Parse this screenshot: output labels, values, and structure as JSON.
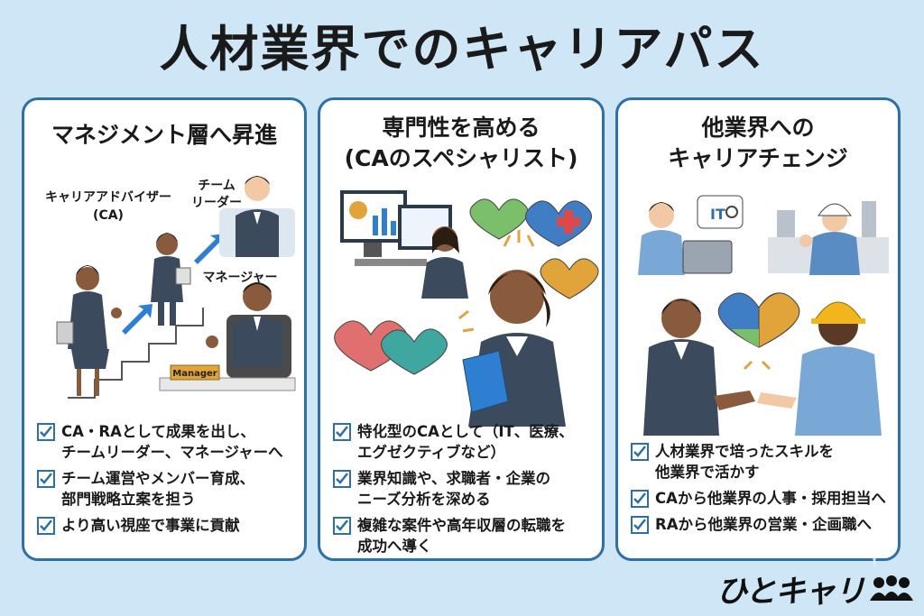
{
  "title": "人材業界でのキャリアパス",
  "cards": [
    {
      "title": "マネジメント層へ昇進",
      "labels": {
        "ca": "キャリアアドバイザー\n(CA)",
        "team": "チーム\nリーダー",
        "manager": "マネージャー",
        "sign": "Manager"
      },
      "bullets": [
        "CA・RAとして成果を出し、\nチームリーダー、マネージャーへ",
        "チーム運営やメンバー育成、\n部門戦略立案を担う",
        "より高い視座で事業に貢献"
      ]
    },
    {
      "title": "専門性を高める\n(CAのスペシャリスト)",
      "bullets": [
        "特化型のCAとして（IT、医療、\nエグゼクティブなど）",
        "業界知識や、求職者・企業の\nニーズ分析を深める",
        "複雑な案件や高年収層の転職を\n成功へ導く"
      ]
    },
    {
      "title": "他業界への\nキャリアチェンジ",
      "labels": {
        "it": "IT"
      },
      "bullets": [
        "人材業界で培ったスキルを\n他業界で活かす",
        "CAから他業界の人事・採用担当へ",
        "RAから他業界の営業・企画職へ"
      ]
    }
  ],
  "logo": "ひとキャリ",
  "colors": {
    "border": "#2e6fa8",
    "background": "#cfe6f7",
    "check": "#2e6fa8",
    "arrow": "#2e7fd1",
    "suit": "#3b4a5c"
  },
  "icons": [
    "check-icon",
    "arrow-up-icon",
    "heart-puzzle-icon",
    "sparkle-icon",
    "people-icon"
  ]
}
